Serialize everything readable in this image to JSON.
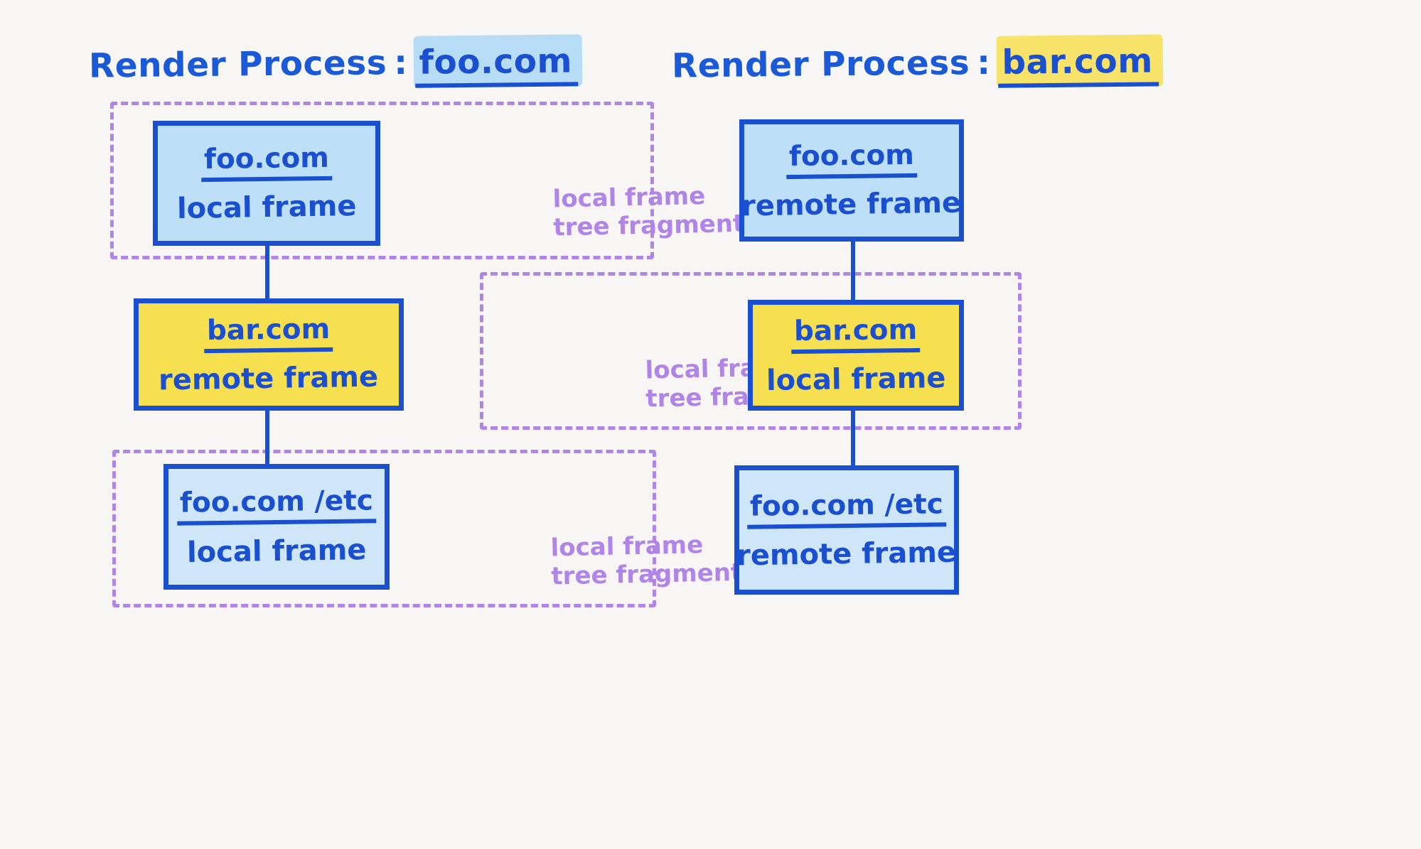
{
  "colors": {
    "background": "#f7f6f4",
    "ink_blue": "#1a4fd0",
    "fill_blue": "#bddff7",
    "fill_blue_light": "#cfe6f8",
    "fill_yellow": "#f7e04f",
    "highlight_blue": "#b6dcf6",
    "highlight_yellow": "#f8e36a",
    "fragment_purple": "#b184e8"
  },
  "columns": {
    "left": {
      "title_prefix": "Render Process",
      "title_separator": ":",
      "title_value": "foo.com",
      "title_highlight": "blue",
      "nodes": [
        {
          "url": "foo.com",
          "kind": "local frame",
          "fill": "blue"
        },
        {
          "url": "bar.com",
          "kind": "remote frame",
          "fill": "yellow"
        },
        {
          "url": "foo.com /etc",
          "kind": "local frame",
          "fill": "blue"
        }
      ],
      "fragments": [
        {
          "label": "local frame\ntree fragment"
        },
        {
          "label": "local frame\ntree fragment"
        }
      ]
    },
    "right": {
      "title_prefix": "Render Process",
      "title_separator": ":",
      "title_value": "bar.com",
      "title_highlight": "yellow",
      "nodes": [
        {
          "url": "foo.com",
          "kind": "remote frame",
          "fill": "blue"
        },
        {
          "url": "bar.com",
          "kind": "local frame",
          "fill": "yellow"
        },
        {
          "url": "foo.com /etc",
          "kind": "remote frame",
          "fill": "blue"
        }
      ],
      "fragments": [
        {
          "label": "local frame\ntree fragment"
        }
      ]
    }
  }
}
